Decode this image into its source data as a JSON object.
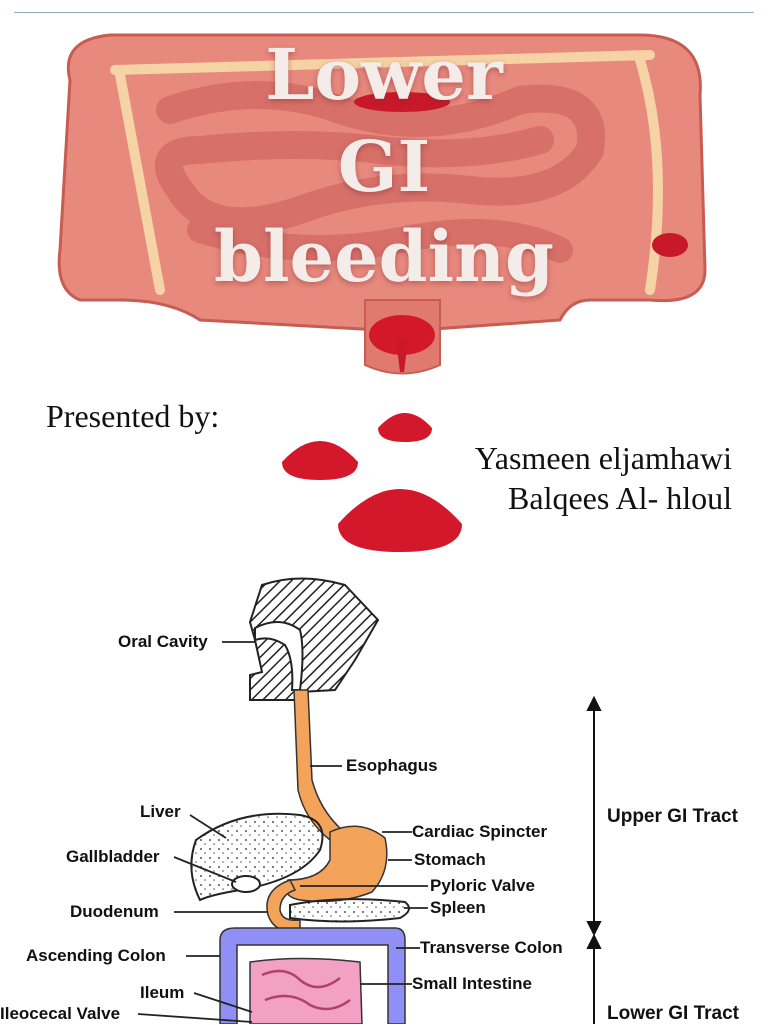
{
  "title": {
    "line1": "Lower",
    "line2": "GI",
    "line3": "bleeding"
  },
  "presenters": {
    "label": "Presented by:",
    "names": [
      "Yasmeen eljamhawi",
      "Balqees  Al- hloul"
    ]
  },
  "diagram": {
    "labels": {
      "oral_cavity": "Oral Cavity",
      "esophagus": "Esophagus",
      "liver": "Liver",
      "gallbladder": "Gallbladder",
      "duodenum": "Duodenum",
      "ascending_colon": "Ascending Colon",
      "ileum": "Ileum",
      "ileocecal_valve": "Ileocecal Valve",
      "cardiac_spincter": "Cardiac Spincter",
      "stomach": "Stomach",
      "pyloric_valve": "Pyloric Valve",
      "spleen": "Spleen",
      "transverse_colon": "Transverse Colon",
      "small_intestine": "Small Intestine"
    },
    "tracts": {
      "upper": "Upper GI Tract",
      "lower": "Lower GI Tract"
    }
  },
  "colors": {
    "intestine": "#e8897e",
    "blood": "#d2182a",
    "esophagus": "#f3a35a",
    "colon": "#8f8ff5",
    "small_intestine": "#f2a1c4"
  }
}
